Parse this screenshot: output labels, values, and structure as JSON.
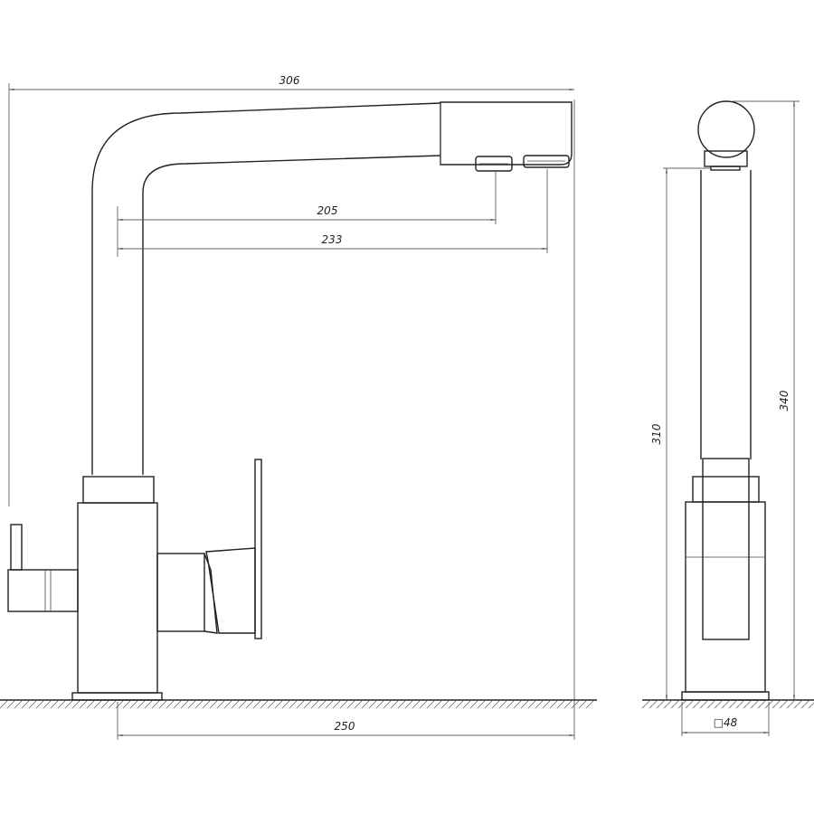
{
  "dimensions": {
    "overall_width": "306",
    "outlet_1_reach": "205",
    "outlet_2_reach": "233",
    "base_spacing": "250",
    "outlet_height": "310",
    "total_height": "340",
    "base_square": "48"
  },
  "base_square_symbol": "□",
  "colors": {
    "line": "#222222",
    "background": "#ffffff"
  }
}
